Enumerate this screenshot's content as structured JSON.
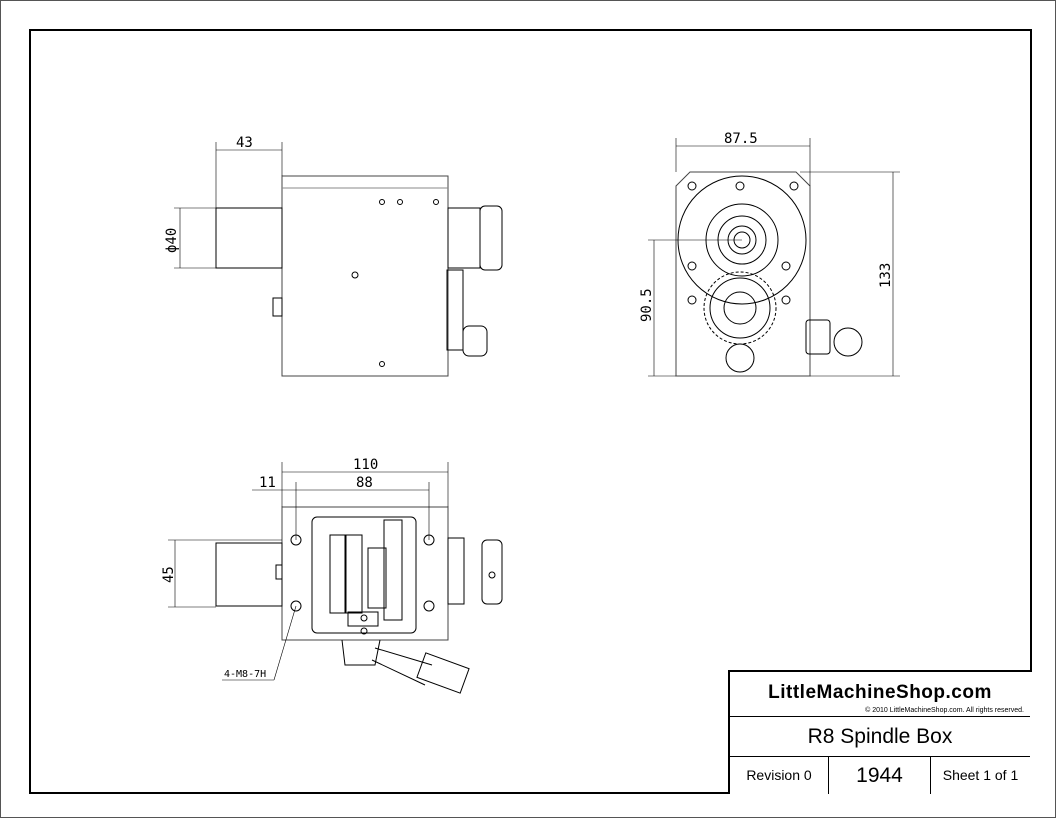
{
  "title_block": {
    "company": "LittleMachineShop.com",
    "copyright": "© 2010 LittleMachineShop.com. All rights reserved.",
    "drawing_title": "R8 Spindle Box",
    "revision": "Revision 0",
    "part_number": "1944",
    "sheet": "Sheet 1 of 1"
  },
  "views": {
    "side": {
      "dim_length": "43",
      "dim_diameter": "ϕ40"
    },
    "front": {
      "dim_width": "87.5",
      "dim_height": "133",
      "dim_center": "90.5"
    },
    "top": {
      "dim_overall": "110",
      "dim_holes": "88",
      "dim_offset": "11",
      "dim_height": "45",
      "note": "4-M8-7H"
    }
  }
}
